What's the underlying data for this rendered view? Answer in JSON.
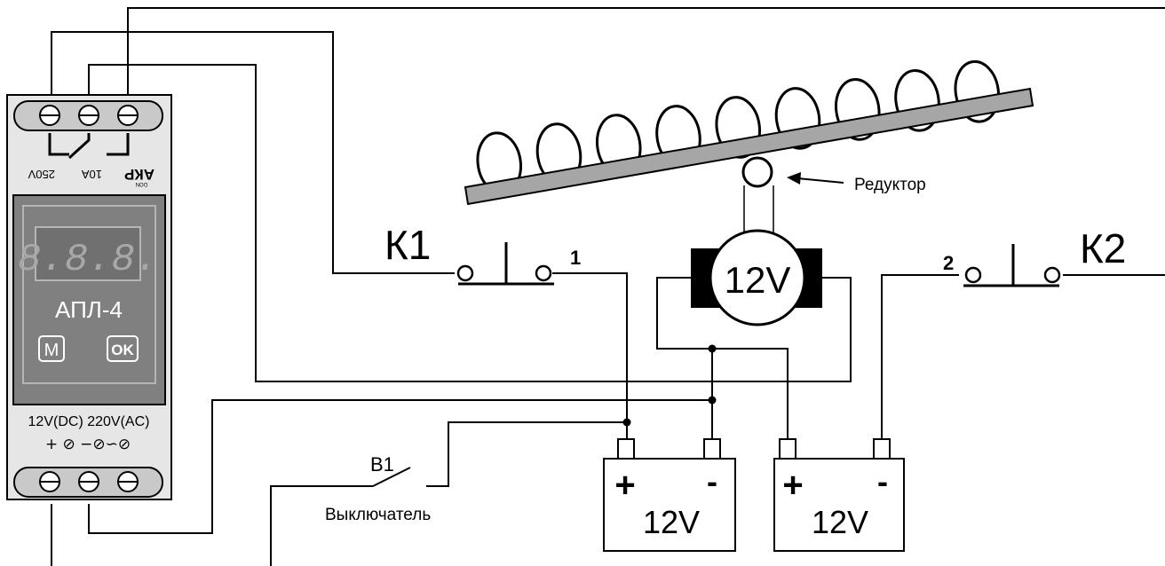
{
  "device": {
    "relay_label_brand": "АКР",
    "relay_label_small": "DON",
    "relay_label_current": "10A",
    "relay_label_voltage": "250V",
    "display_digits": "8.8.8.",
    "model_name": "АПЛ-4",
    "button_m": "M",
    "button_ok": "OK",
    "power_labels": "12V(DC) 220V(AC)",
    "power_symbols": "+ ⊘ −⊘∽⊘"
  },
  "gearbox_label": "Редуктор",
  "motor_label": "12V",
  "switches": {
    "k1_label": "К1",
    "k1_contact": "1",
    "k2_label": "К2",
    "k2_contact": "2"
  },
  "switch_b1": {
    "label": "B1",
    "caption": "Выключатель"
  },
  "batteries": [
    {
      "plus": "+",
      "minus": "-",
      "voltage": "12V"
    },
    {
      "plus": "+",
      "minus": "-",
      "voltage": "12V"
    }
  ],
  "colors": {
    "line": "#000000",
    "device_face": "#808080",
    "device_body": "#e6e6e6",
    "digits": "#a8a8a8"
  }
}
